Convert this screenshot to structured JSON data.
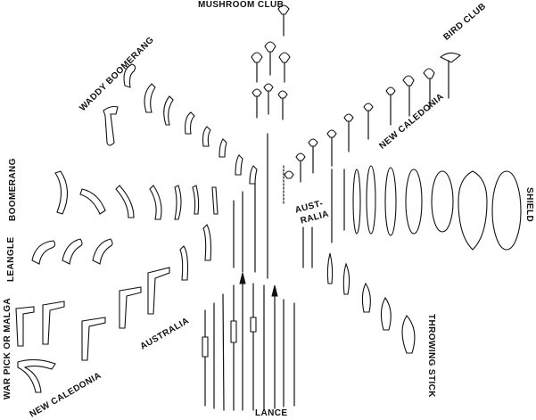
{
  "labels": {
    "mushroom_club": "MUSHROOM CLUB",
    "bird_club": "BIRD CLUB",
    "waddy_boomerang": "WADDY BOOMERANG",
    "new_caledonia_upper": "NEW CALEDONIA",
    "boomerang": "BOOMERANG",
    "australia_right_1": "AUST-",
    "australia_right_2": "RALIA",
    "shield": "SHIELD",
    "leangle": "LEANGLE",
    "war_pick": "WAR PICK OR MALGA",
    "australia_lower": "AUSTRALIA",
    "new_caledonia_lower": "NEW CALEDONIA",
    "throwing_stick": "THROWING STICK",
    "lance": "LANCE"
  },
  "colors": {
    "ink": "#111111",
    "paper": "#ffffff"
  }
}
